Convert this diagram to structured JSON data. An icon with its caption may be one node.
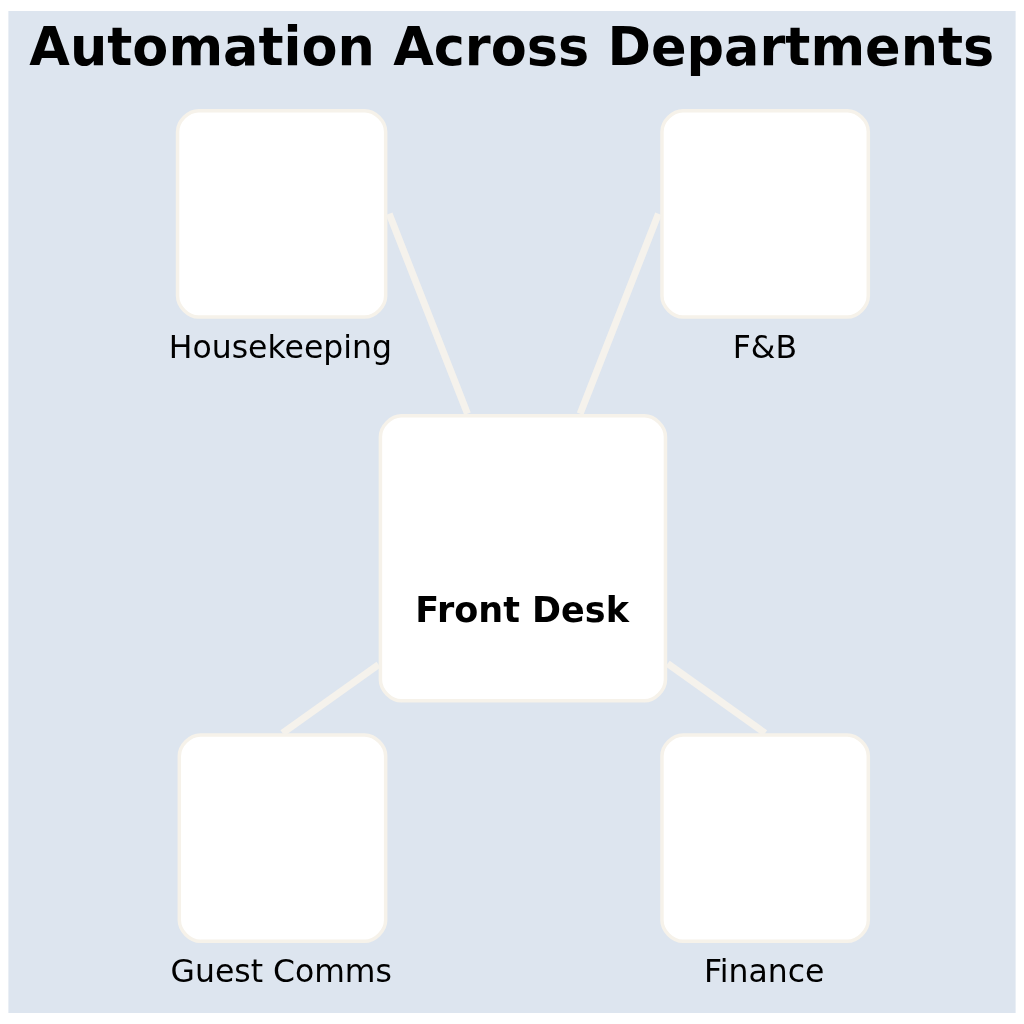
{
  "diagram": {
    "title": "Automation Across Departments",
    "nodes": [
      {
        "text": [
          "Housekeeping"
        ]
      },
      {
        "text": [
          "F&B"
        ]
      },
      {
        "text": [
          "Front Desk"
        ]
      },
      {
        "text": [
          "Guest Comms"
        ]
      },
      {
        "text": [
          "Finance"
        ]
      }
    ],
    "edges": [
      {
        "from": 0,
        "to": 2,
        "arrow": "none"
      },
      {
        "from": 1,
        "to": 2,
        "arrow": "none"
      },
      {
        "from": 2,
        "to": 3,
        "arrow": "none"
      },
      {
        "from": 2,
        "to": 4,
        "arrow": "none"
      }
    ]
  }
}
